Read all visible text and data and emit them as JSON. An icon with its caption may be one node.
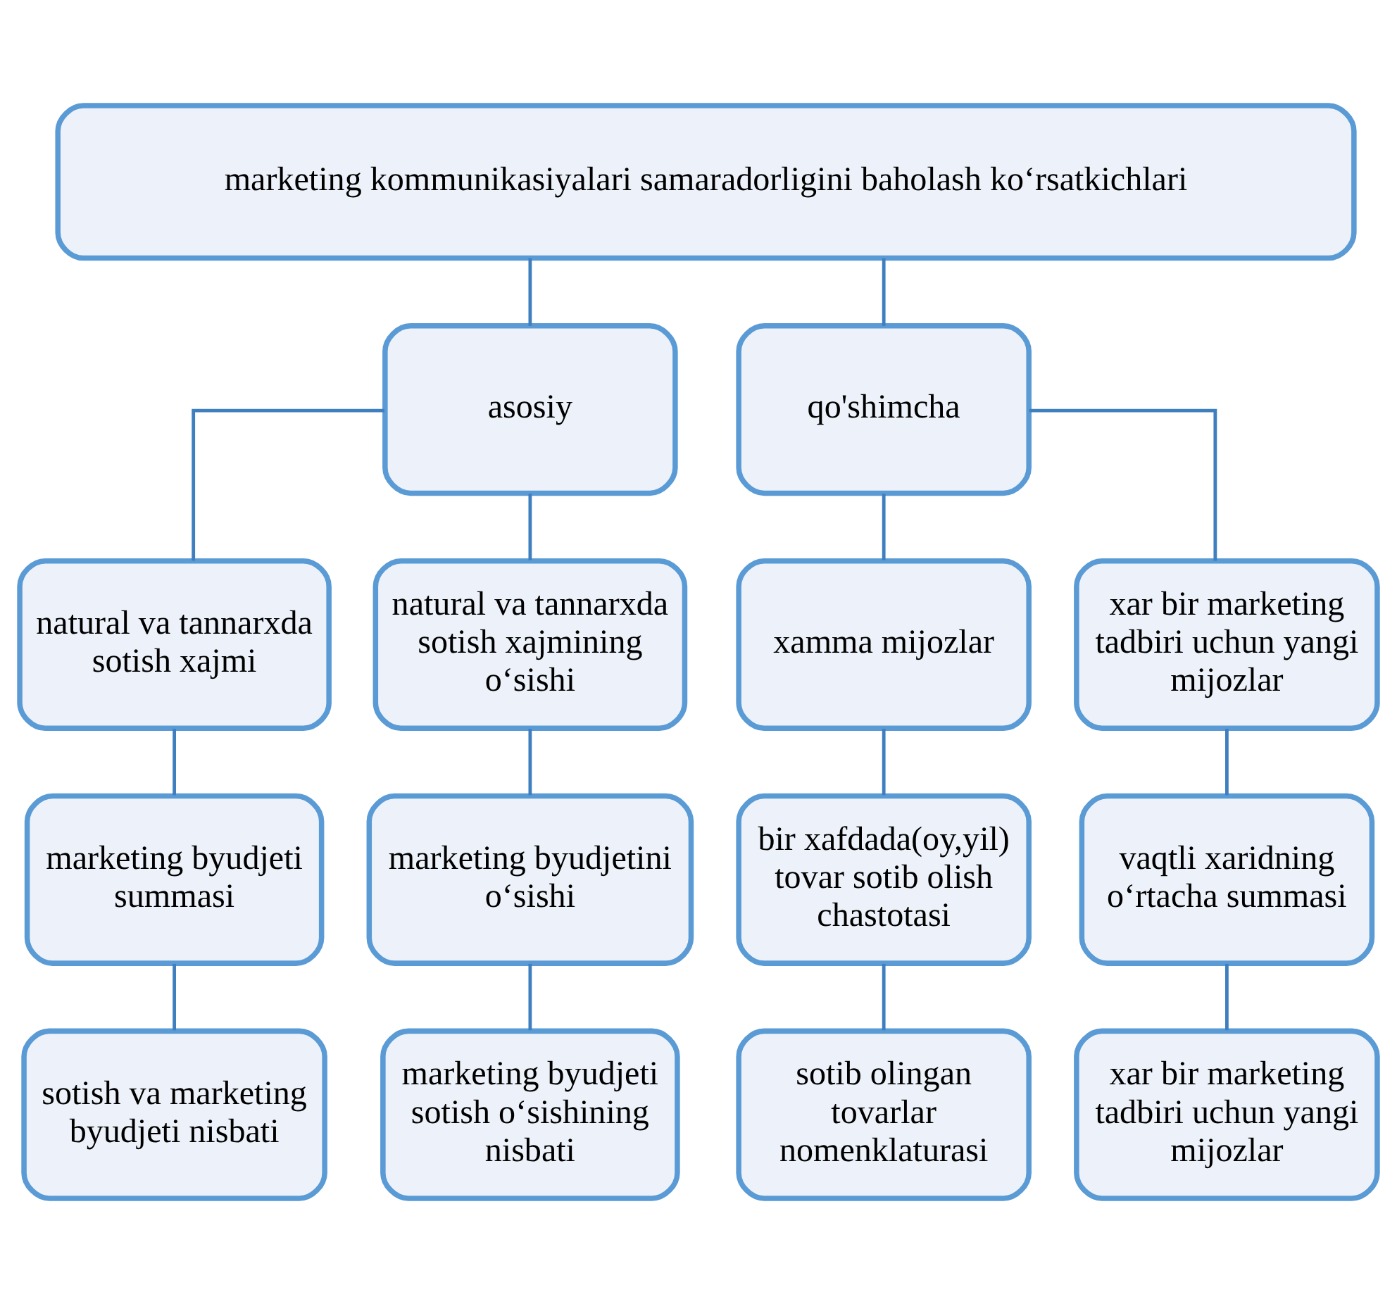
{
  "diagram": {
    "nodes": [
      {
        "text": [
          "marketing kommunikasiyalari samaradorligini baholash ko‘rsatkichlari"
        ]
      },
      {
        "text": [
          "asosiy"
        ]
      },
      {
        "text": [
          "qo'shimcha"
        ]
      },
      {
        "text": [
          "natural va tannarxda sotish xajmi"
        ]
      },
      {
        "text": [
          "marketing byudjeti summasi"
        ]
      },
      {
        "text": [
          "sotish va marketing byudjeti nisbati"
        ]
      },
      {
        "text": [
          "natural va tannarxda sotish xajmining o‘sishi"
        ]
      },
      {
        "text": [
          "marketing byudjetini o‘sishi"
        ]
      },
      {
        "text": [
          "marketing byudjeti sotish o‘sishining nisbati"
        ]
      },
      {
        "text": [
          "xamma mijozlar"
        ]
      },
      {
        "text": [
          "bir xafdada(oy,yil) tovar sotib olish chastotasi"
        ]
      },
      {
        "text": [
          "sotib olingan tovarlar nomenklaturasi"
        ]
      },
      {
        "text": [
          "xar bir marketing tadbiri uchun yangi mijozlar"
        ]
      },
      {
        "text": [
          "vaqtli xaridning o‘rtacha summasi"
        ]
      },
      {
        "text": [
          "xar bir marketing tadbiri uchun yangi mijozlar"
        ]
      }
    ],
    "edges": [
      {
        "from": 0,
        "to": 1,
        "arrow": "none"
      },
      {
        "from": 0,
        "to": 2,
        "arrow": "none"
      },
      {
        "from": 1,
        "to": 3,
        "arrow": "none"
      },
      {
        "from": 1,
        "to": 6,
        "arrow": "none"
      },
      {
        "from": 2,
        "to": 9,
        "arrow": "none"
      },
      {
        "from": 2,
        "to": 12,
        "arrow": "none"
      },
      {
        "from": 3,
        "to": 4,
        "arrow": "none"
      },
      {
        "from": 4,
        "to": 5,
        "arrow": "none"
      },
      {
        "from": 6,
        "to": 7,
        "arrow": "none"
      },
      {
        "from": 7,
        "to": 8,
        "arrow": "none"
      },
      {
        "from": 9,
        "to": 10,
        "arrow": "none"
      },
      {
        "from": 10,
        "to": 11,
        "arrow": "none"
      },
      {
        "from": 12,
        "to": 13,
        "arrow": "none"
      },
      {
        "from": 13,
        "to": 14,
        "arrow": "none"
      }
    ]
  }
}
